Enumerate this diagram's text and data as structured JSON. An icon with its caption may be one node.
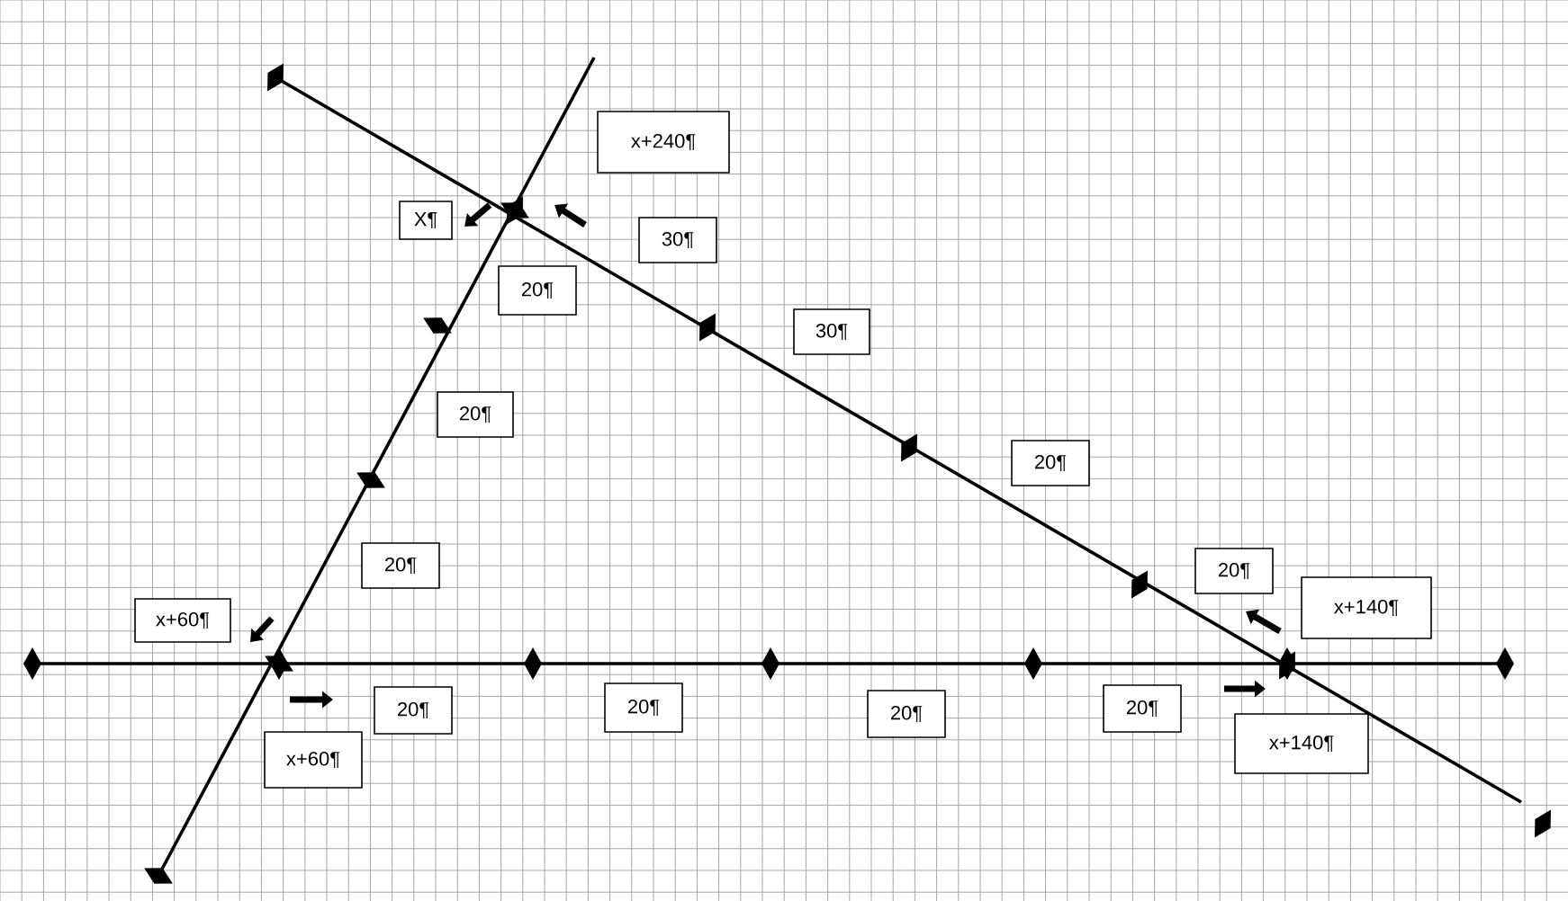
{
  "diagram": {
    "nodes": [
      {
        "text": [
          "x+240¶"
        ]
      },
      {
        "text": [
          "X¶"
        ]
      },
      {
        "text": [
          "30¶"
        ]
      },
      {
        "text": [
          "20¶"
        ]
      },
      {
        "text": [
          "30¶"
        ]
      },
      {
        "text": [
          "20¶"
        ]
      },
      {
        "text": [
          "20¶"
        ]
      },
      {
        "text": [
          "20¶"
        ]
      },
      {
        "text": [
          "20¶"
        ]
      },
      {
        "text": [
          "x+140¶"
        ]
      },
      {
        "text": [
          "x+60¶"
        ]
      },
      {
        "text": [
          "20¶"
        ]
      },
      {
        "text": [
          "20¶"
        ]
      },
      {
        "text": [
          "20¶"
        ]
      },
      {
        "text": [
          "20¶"
        ]
      },
      {
        "text": [
          "x+60¶"
        ]
      },
      {
        "text": [
          "x+140¶"
        ]
      }
    ]
  }
}
